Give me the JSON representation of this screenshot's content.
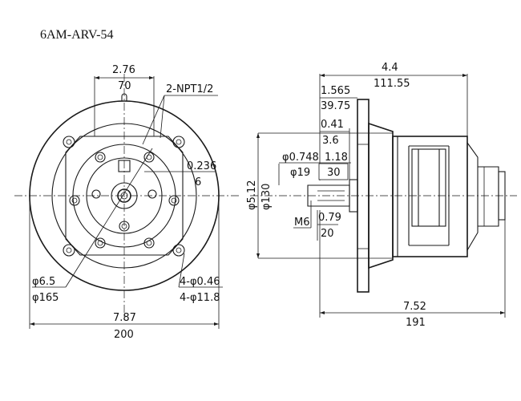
{
  "title": "6AM-ARV-54",
  "front_view": {
    "top_width_in": "2.76",
    "top_width_mm": "70",
    "port_label": "2-NPT1/2",
    "offset_in": "0.236",
    "offset_mm": "6",
    "pcd_in": "φ6.5",
    "pcd_mm": "φ165",
    "holes_in": "4-φ0.46",
    "holes_mm": "4-φ11.8",
    "overall_width_in": "7.87",
    "overall_width_mm": "200"
  },
  "side_view": {
    "overall_len_in": "4.4",
    "overall_len_mm": "111.55",
    "flange_in": "1.565",
    "flange_mm": "39.75",
    "pilot_in": "0.41",
    "pilot_mm": "3.6",
    "shaft_dia_in": "φ0.748",
    "shaft_dia_mm": "φ19",
    "shaft_len_in": "1.18",
    "shaft_len_mm": "30",
    "body_dia_in": "φ5.12",
    "body_dia_mm": "φ130",
    "thread": "M6",
    "thread_depth_in": "0.79",
    "thread_depth_mm": "20",
    "total_len_in": "7.52",
    "total_len_mm": "191"
  }
}
